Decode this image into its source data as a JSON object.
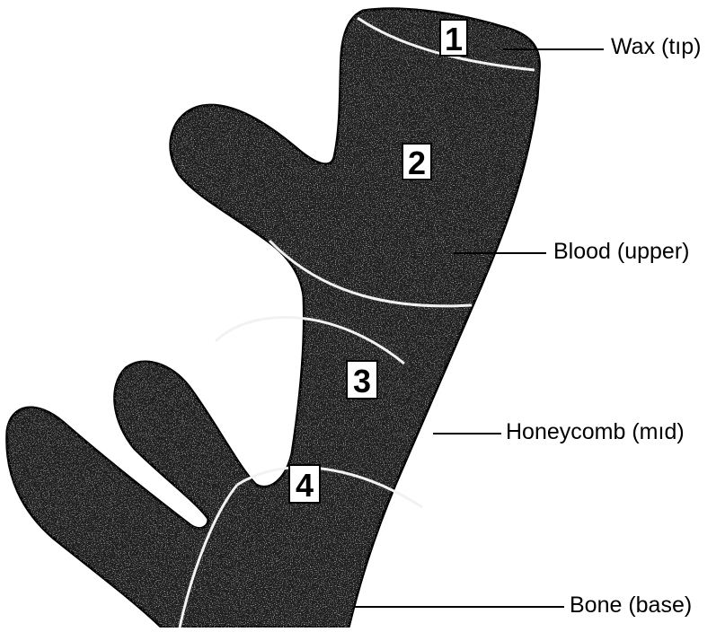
{
  "diagram": {
    "zones": [
      {
        "number": "1",
        "label": "Wax (tıp)"
      },
      {
        "number": "2",
        "label": "Blood (upper)"
      },
      {
        "number": "3",
        "label": "Honeycomb (mıd)"
      },
      {
        "number": "4",
        "label": "Bone (base)"
      }
    ]
  },
  "colors": {
    "antler_fill": "#1e1e1e",
    "speckle": "#ffffff",
    "boundary": "#f2f2f2",
    "label_text": "#000000",
    "badge_bg": "#ffffff"
  }
}
